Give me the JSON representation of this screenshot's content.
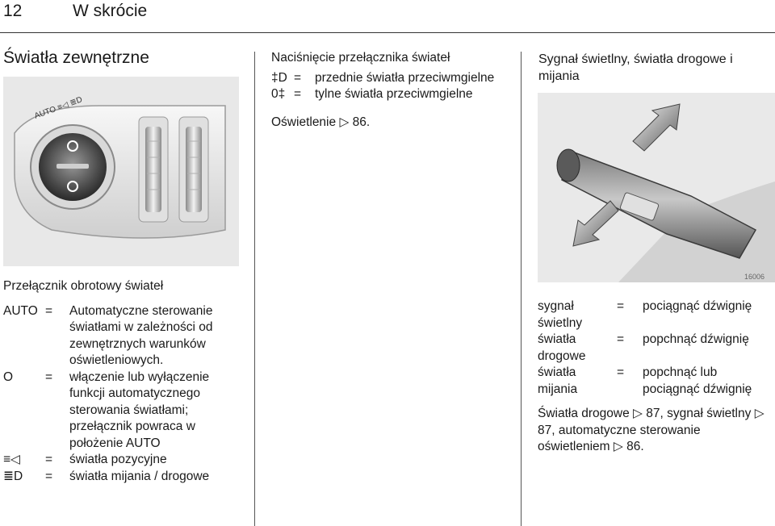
{
  "header": {
    "page_number": "12",
    "chapter_title": "W skrócie"
  },
  "section1": {
    "title": "Światła zewnętrzne",
    "caption": "Przełącznik obrotowy świateł",
    "items": [
      {
        "symbol": "AUTO",
        "eq": "=",
        "text": "Automatyczne sterowanie światłami w zależności od zewnętrznych warunków oświetleniowych."
      },
      {
        "symbol": "O",
        "eq": "=",
        "text": "włączenie lub wyłączenie funkcji automatycznego sterowania światłami; przełącznik powraca w położenie",
        "text_tail": "AUTO"
      },
      {
        "symbol": "≡◁",
        "eq": "=",
        "text": "światła pozycyjne"
      },
      {
        "symbol": "≣D",
        "eq": "=",
        "text": "światła mijania / drogowe"
      }
    ]
  },
  "section2": {
    "intro": "Naciśnięcie przełącznika świateł",
    "items": [
      {
        "symbol": "‡D",
        "eq": "=",
        "text": "przednie światła przeciwmgielne"
      },
      {
        "symbol": "0‡",
        "eq": "=",
        "text": "tylne światła przeciwmgielne"
      }
    ],
    "lighting_ref_label": "Oświetlenie",
    "lighting_ref_page": "86."
  },
  "section3": {
    "title": "Sygnał świetlny, światła drogowe i mijania",
    "image_code": "16006",
    "table": [
      {
        "key": "sygnał świetlny",
        "eq": "=",
        "value": "pociągnąć dźwignię"
      },
      {
        "key": "światła drogowe",
        "eq": "=",
        "value": "popchnąć dźwignię"
      },
      {
        "key": "światła mijania",
        "eq": "=",
        "value": "popchnąć lub pociągnąć dźwignię"
      }
    ],
    "footer": {
      "part1": "Światła drogowe",
      "page1": "87, sygnał świetlny",
      "page2": "87, automatyczne sterowanie oświetleniem",
      "page3": "86."
    }
  },
  "image1": {
    "switch_label_auto": "AUTO",
    "center_label": "O"
  }
}
